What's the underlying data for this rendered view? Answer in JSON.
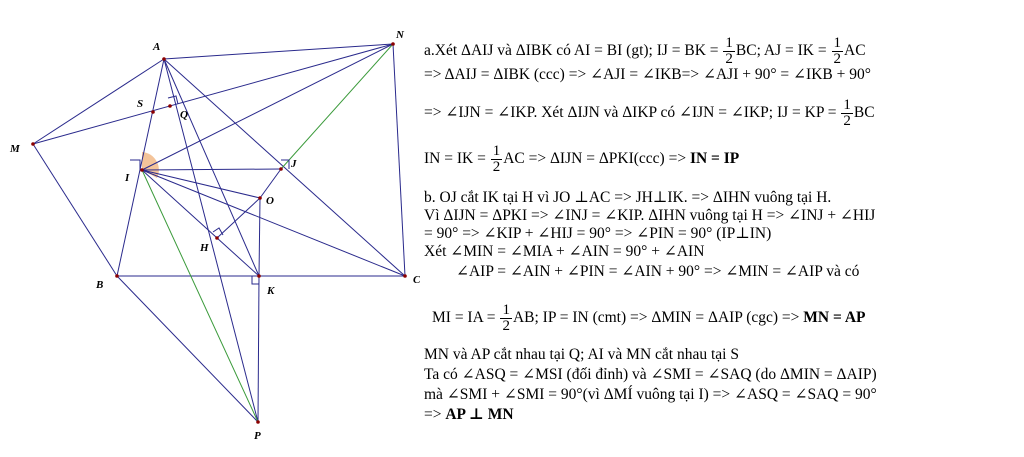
{
  "figure": {
    "labels": {
      "A": "A",
      "N": "N",
      "M": "M",
      "S": "S",
      "Q": "Q",
      "I": "I",
      "J": "J",
      "O": "O",
      "H": "H",
      "B": "B",
      "K": "K",
      "C": "C",
      "P": "P"
    },
    "colors": {
      "lines": "#2a2a8c",
      "green": "#3a9a3a",
      "points": "#8b0000",
      "angle_fill": "#f4c49a"
    }
  },
  "text": {
    "a1": {
      "pre": "a.Xét ΔAIJ và ΔIBK có AI = BI (gt); IJ = BK = ",
      "f1n": "1",
      "f1d": "2",
      "mid": "BC; AJ = IK = ",
      "f2n": "1",
      "f2d": "2",
      "post": "AC"
    },
    "a2": "=> ΔAIJ = ΔIBK (ccc) => ∠AJI = ∠IKB=> ∠AJI + 90° = ∠IKB + 90°",
    "a3": {
      "pre": "=> ∠IJN = ∠IKP. Xét ΔIJN và ΔIKP có ∠IJN = ∠IKP; IJ = KP = ",
      "fn": "1",
      "fd": "2",
      "post": "BC"
    },
    "a4": {
      "pre": "IN = IK = ",
      "fn": "1",
      "fd": "2",
      "mid": "AC => ΔIJN = ΔPKI(ccc) => ",
      "bold": "IN = IP"
    },
    "b1": "b. OJ cắt IK tại H vì JO ⊥AC => JH⊥IK. => ΔIHN vuông tại H.",
    "b2": "Vì ΔIJN = ΔPKI => ∠INJ = ∠KIP.  ΔIHN vuông tại H => ∠INJ + ∠HIJ",
    "b3": "= 90° => ∠KIP + ∠HIJ = 90° => ∠PIN = 90° (IP⊥IN)",
    "b4": "Xét ∠MIN = ∠MIA + ∠AIN = 90° + ∠AIN",
    "b5": "∠AIP = ∠AIN + ∠PIN = ∠AIN + 90° => ∠MIN = ∠AIP và có",
    "b6": {
      "pre": "MI = IA = ",
      "fn": "1",
      "fd": "2",
      "mid": "AB; IP = IN (cmt) => ΔMIN = ΔAIP (cgc) => ",
      "bold": "MN = AP"
    },
    "b7": "MN và AP cắt nhau tại Q; AI và MN cắt nhau tại S",
    "b8": "Ta có ∠ASQ  = ∠MSI (đối đỉnh) và ∠SMI = ∠SAQ (do ΔMIN = ΔAIP)",
    "b9": "mà ∠SMI + ∠SMI = 90°(vì ΔMÍ vuông tại I) => ∠ASQ = ∠SAQ = 90°",
    "b10": {
      "pre": "=> ",
      "bold": "AP ⊥ MN"
    }
  }
}
